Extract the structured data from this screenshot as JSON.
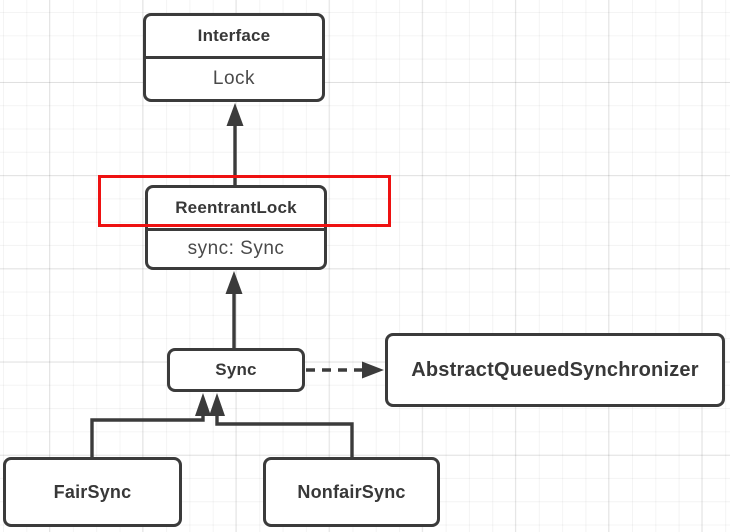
{
  "diagram": {
    "nodes": {
      "lock_interface": {
        "header": "Interface",
        "body": "Lock"
      },
      "reentrant_lock": {
        "header": "ReentrantLock",
        "body": "sync: Sync"
      },
      "sync": {
        "label": "Sync"
      },
      "aqs": {
        "label": "AbstractQueuedSynchronizer"
      },
      "fair_sync": {
        "label": "FairSync"
      },
      "nonfair_sync": {
        "label": "NonfairSync"
      }
    },
    "edges": [
      {
        "from": "ReentrantLock",
        "to": "Lock",
        "style": "solid",
        "arrow": "filled-triangle-up"
      },
      {
        "from": "Sync",
        "to": "ReentrantLock",
        "style": "solid",
        "arrow": "filled-triangle-up"
      },
      {
        "from": "Sync",
        "to": "AbstractQueuedSynchronizer",
        "style": "dashed",
        "arrow": "filled-triangle-right"
      },
      {
        "from": "FairSync",
        "to": "Sync",
        "style": "solid",
        "arrow": "filled-triangle-up"
      },
      {
        "from": "NonfairSync",
        "to": "Sync",
        "style": "solid",
        "arrow": "filled-triangle-up"
      }
    ],
    "annotations": [
      {
        "type": "highlight-rectangle",
        "around": "ReentrantLock header",
        "color": "#ee1111"
      }
    ],
    "colors": {
      "stroke": "#3b3b3b",
      "highlight": "#ee1111",
      "node_fill": "#ffffff",
      "canvas": "#ffffff"
    }
  }
}
